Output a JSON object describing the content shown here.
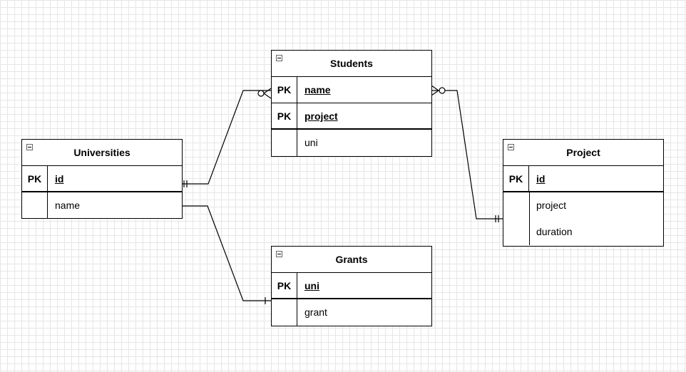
{
  "entities": {
    "students": {
      "title": "Students",
      "rows": [
        {
          "pk": "PK",
          "name": "name"
        },
        {
          "pk": "PK",
          "name": "project"
        },
        {
          "pk": "",
          "name": "uni"
        }
      ]
    },
    "universities": {
      "title": "Universities",
      "rows": [
        {
          "pk": "PK",
          "name": "id"
        },
        {
          "pk": "",
          "name": "name"
        }
      ]
    },
    "project": {
      "title": "Project",
      "rows": [
        {
          "pk": "PK",
          "name": "id"
        },
        {
          "pk": "",
          "name": "project"
        },
        {
          "pk": "",
          "name": "duration"
        }
      ]
    },
    "grants": {
      "title": "Grants",
      "rows": [
        {
          "pk": "PK",
          "name": "uni"
        },
        {
          "pk": "",
          "name": "grant"
        }
      ]
    }
  },
  "relationships": [
    {
      "from": "Universities",
      "to": "Students",
      "from_cardinality": "one-and-only-one",
      "to_cardinality": "zero-or-many"
    },
    {
      "from": "Project",
      "to": "Students",
      "from_cardinality": "one-and-only-one",
      "to_cardinality": "zero-or-many"
    },
    {
      "from": "Universities",
      "to": "Grants",
      "from_cardinality": "none",
      "to_cardinality": "one"
    }
  ],
  "icons": {
    "collapse": "collapse-minus-icon"
  },
  "colors": {
    "line": "#000000",
    "grid": "#e6e6e6",
    "background": "#ffffff"
  }
}
